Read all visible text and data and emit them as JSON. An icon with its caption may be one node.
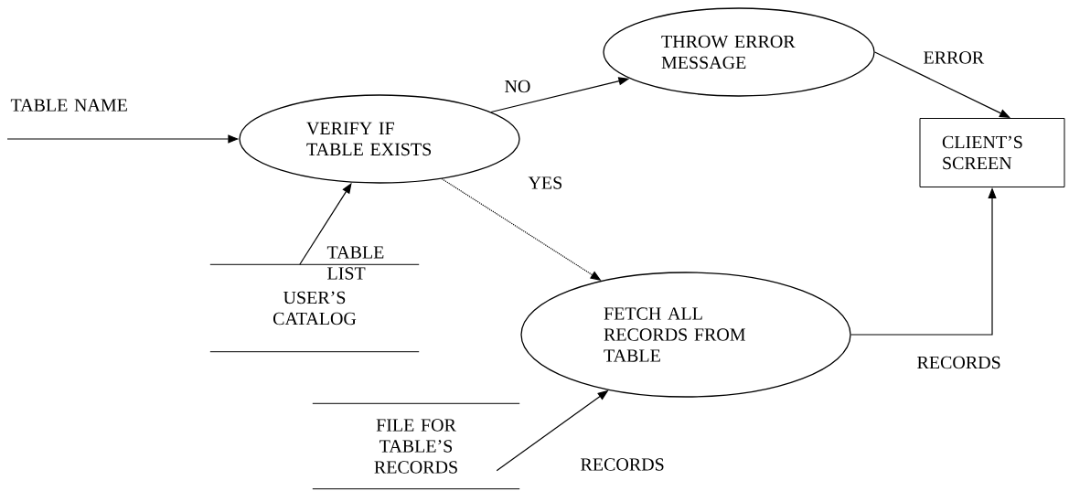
{
  "diagram": {
    "nodes": [
      {
        "text": [
          "VERIFY IF TABLE EXISTS"
        ]
      },
      {
        "text": [
          "THROW ERROR MESSAGE"
        ]
      },
      {
        "text": [
          "CLIENT’S SCREEN"
        ]
      },
      {
        "text": [
          "USER’S CATALOG"
        ]
      },
      {
        "text": [
          "FETCH ALL RECORDS FROM TABLE"
        ]
      },
      {
        "text": [
          "FILE FOR TABLE’S RECORDS"
        ]
      }
    ],
    "edges": [
      {
        "from": null,
        "to": 0,
        "arrow": "to",
        "label": "TABLE NAME"
      },
      {
        "from": 3,
        "to": 0,
        "arrow": "to",
        "label": "TABLE LIST"
      },
      {
        "from": 0,
        "to": 1,
        "arrow": "to",
        "label": "NO"
      },
      {
        "from": 0,
        "to": 4,
        "arrow": "to",
        "label": "YES",
        "style": "dashed"
      },
      {
        "from": 1,
        "to": 2,
        "arrow": "to",
        "label": "ERROR"
      },
      {
        "from": 4,
        "to": 2,
        "arrow": "to",
        "label": "RECORDS"
      },
      {
        "from": 5,
        "to": 4,
        "arrow": "to",
        "label": "RECORDS"
      }
    ]
  }
}
